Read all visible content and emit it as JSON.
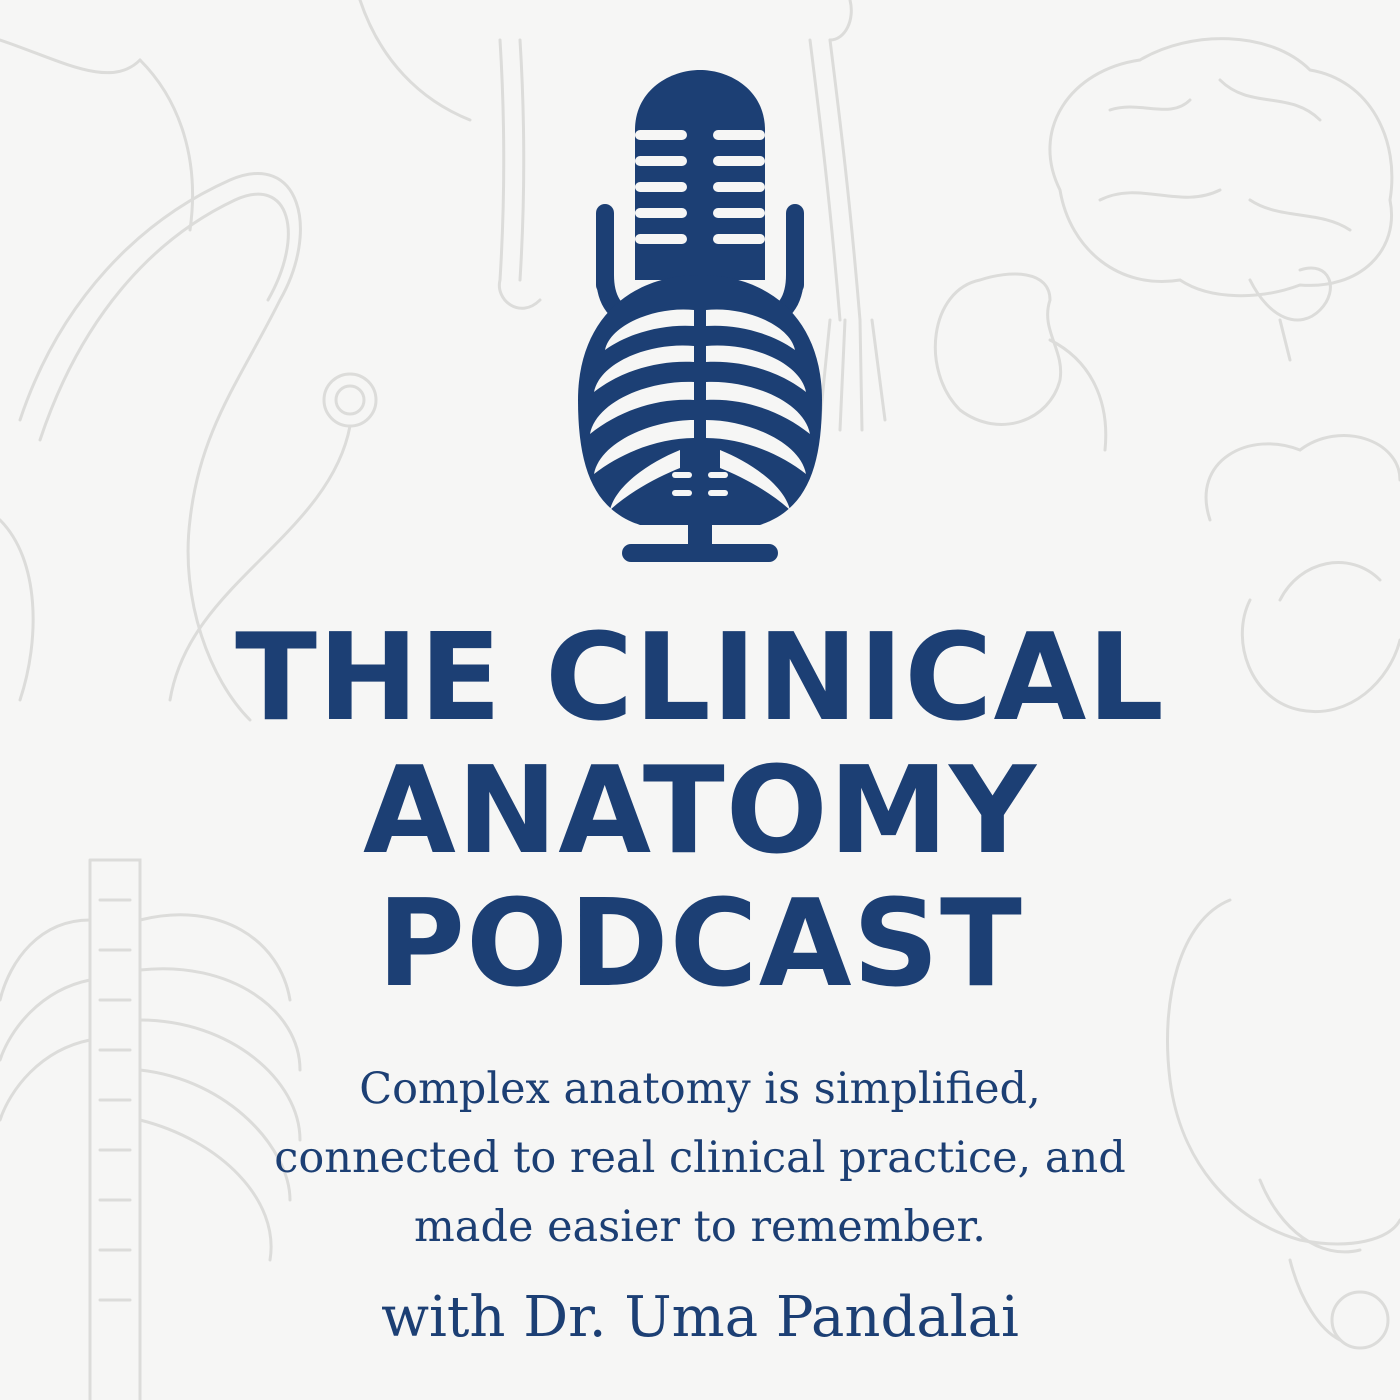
{
  "title": {
    "line1": "THE CLINICAL",
    "line2": "ANATOMY",
    "line3": "PODCAST"
  },
  "tagline": {
    "line1": "Complex anatomy is simplified,",
    "line2": "connected to real clinical practice, and",
    "line3": "made easier to remember."
  },
  "host": "with Dr. Uma Pandalai",
  "colors": {
    "primary": "#1c3f74",
    "background": "#f6f6f5",
    "line_art": "#dcdcda"
  },
  "icons": {
    "logo": "microphone-ribcage-icon",
    "background": [
      "stethoscope-icon",
      "brain-icon",
      "arm-bone-icon",
      "ribcage-icon",
      "kidney-icon",
      "heart-icon"
    ]
  }
}
